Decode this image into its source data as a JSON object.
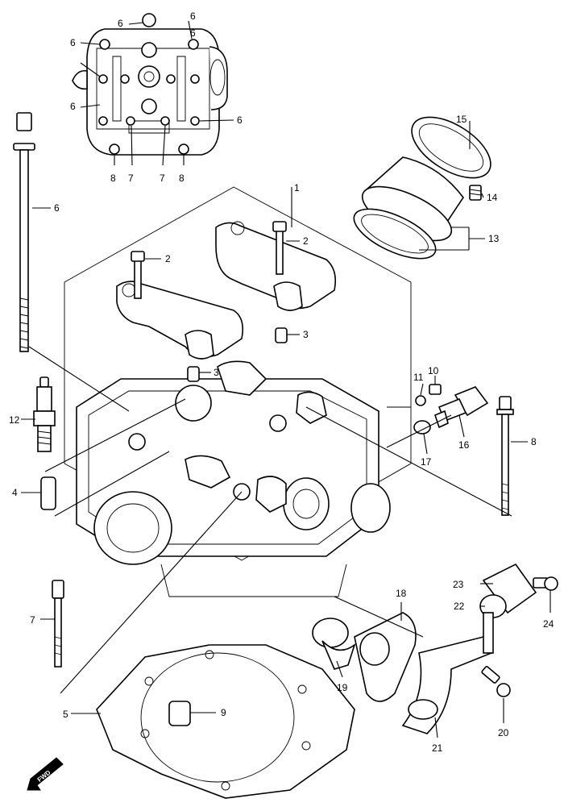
{
  "callouts": [
    {
      "id": "c6a",
      "text": "6"
    },
    {
      "id": "c6b",
      "text": "6"
    },
    {
      "id": "c6c",
      "text": "6"
    },
    {
      "id": "c6d",
      "text": "6"
    },
    {
      "id": "c6e",
      "text": "6"
    },
    {
      "id": "c6f",
      "text": "6"
    },
    {
      "id": "c8a",
      "text": "8"
    },
    {
      "id": "c7a",
      "text": "7"
    },
    {
      "id": "c7b",
      "text": "7"
    },
    {
      "id": "c8b",
      "text": "8"
    },
    {
      "id": "c15",
      "text": "15"
    },
    {
      "id": "c14",
      "text": "14"
    },
    {
      "id": "c13",
      "text": "13"
    },
    {
      "id": "c1",
      "text": "1"
    },
    {
      "id": "c2a",
      "text": "2"
    },
    {
      "id": "c2b",
      "text": "2"
    },
    {
      "id": "c3a",
      "text": "3"
    },
    {
      "id": "c3b",
      "text": "3"
    },
    {
      "id": "c6g",
      "text": "6"
    },
    {
      "id": "c11",
      "text": "11"
    },
    {
      "id": "c10",
      "text": "10"
    },
    {
      "id": "c12",
      "text": "12"
    },
    {
      "id": "c16",
      "text": "16"
    },
    {
      "id": "c17",
      "text": "17"
    },
    {
      "id": "c8c",
      "text": "8"
    },
    {
      "id": "c4",
      "text": "4"
    },
    {
      "id": "c23",
      "text": "23"
    },
    {
      "id": "c22",
      "text": "22"
    },
    {
      "id": "c24",
      "text": "24"
    },
    {
      "id": "c7c",
      "text": "7"
    },
    {
      "id": "c18",
      "text": "18"
    },
    {
      "id": "c19",
      "text": "19"
    },
    {
      "id": "c5",
      "text": "5"
    },
    {
      "id": "c9",
      "text": "9"
    },
    {
      "id": "c20",
      "text": "20"
    },
    {
      "id": "c21",
      "text": "21"
    }
  ],
  "fwd_label": "FWD"
}
